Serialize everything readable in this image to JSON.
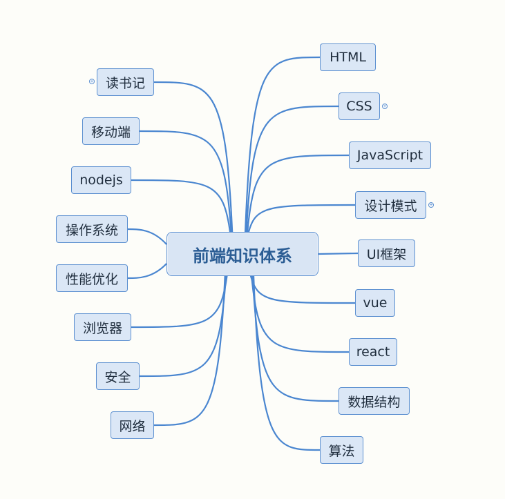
{
  "colors": {
    "link": "#4a86d0",
    "node_fill": "#dbe7f6",
    "node_border": "#5b8fd0",
    "root_text": "#2b5d94"
  },
  "root": {
    "label": "前端知识体系"
  },
  "left": [
    {
      "label": "读书记",
      "collapsed": true
    },
    {
      "label": "移动端",
      "collapsed": false
    },
    {
      "label": "nodejs",
      "collapsed": false
    },
    {
      "label": "操作系统",
      "collapsed": false
    },
    {
      "label": "性能优化",
      "collapsed": false
    },
    {
      "label": "浏览器",
      "collapsed": false
    },
    {
      "label": "安全",
      "collapsed": false
    },
    {
      "label": "网络",
      "collapsed": false
    }
  ],
  "right": [
    {
      "label": "HTML",
      "collapsed": false
    },
    {
      "label": "CSS",
      "collapsed": true
    },
    {
      "label": "JavaScript",
      "collapsed": false
    },
    {
      "label": "设计模式",
      "collapsed": true
    },
    {
      "label": "UI框架",
      "collapsed": false
    },
    {
      "label": "vue",
      "collapsed": false
    },
    {
      "label": "react",
      "collapsed": false
    },
    {
      "label": "数据结构",
      "collapsed": false
    },
    {
      "label": "算法",
      "collapsed": false
    }
  ]
}
